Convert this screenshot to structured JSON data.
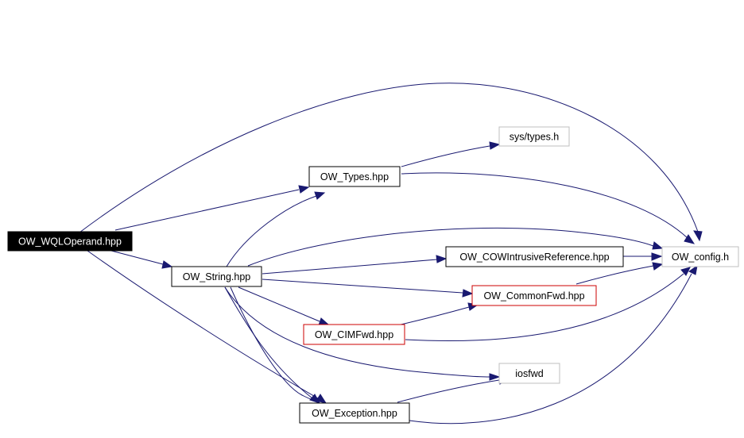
{
  "colors": {
    "edge": "#191970",
    "node_border": "#000000",
    "root_fill": "#000000",
    "root_text": "#ffffff",
    "red_border": "#cc0000",
    "grey_border": "#bfbfbf"
  },
  "nodes": {
    "wqloperand": "OW_WQLOperand.hpp",
    "types": "OW_Types.hpp",
    "systypes": "sys/types.h",
    "string": "OW_String.hpp",
    "cowref": "OW_COWIntrusiveReference.hpp",
    "config": "OW_config.h",
    "commonfwd": "OW_CommonFwd.hpp",
    "cimfwd": "OW_CIMFwd.hpp",
    "iosfwd": "iosfwd",
    "exception": "OW_Exception.hpp"
  }
}
